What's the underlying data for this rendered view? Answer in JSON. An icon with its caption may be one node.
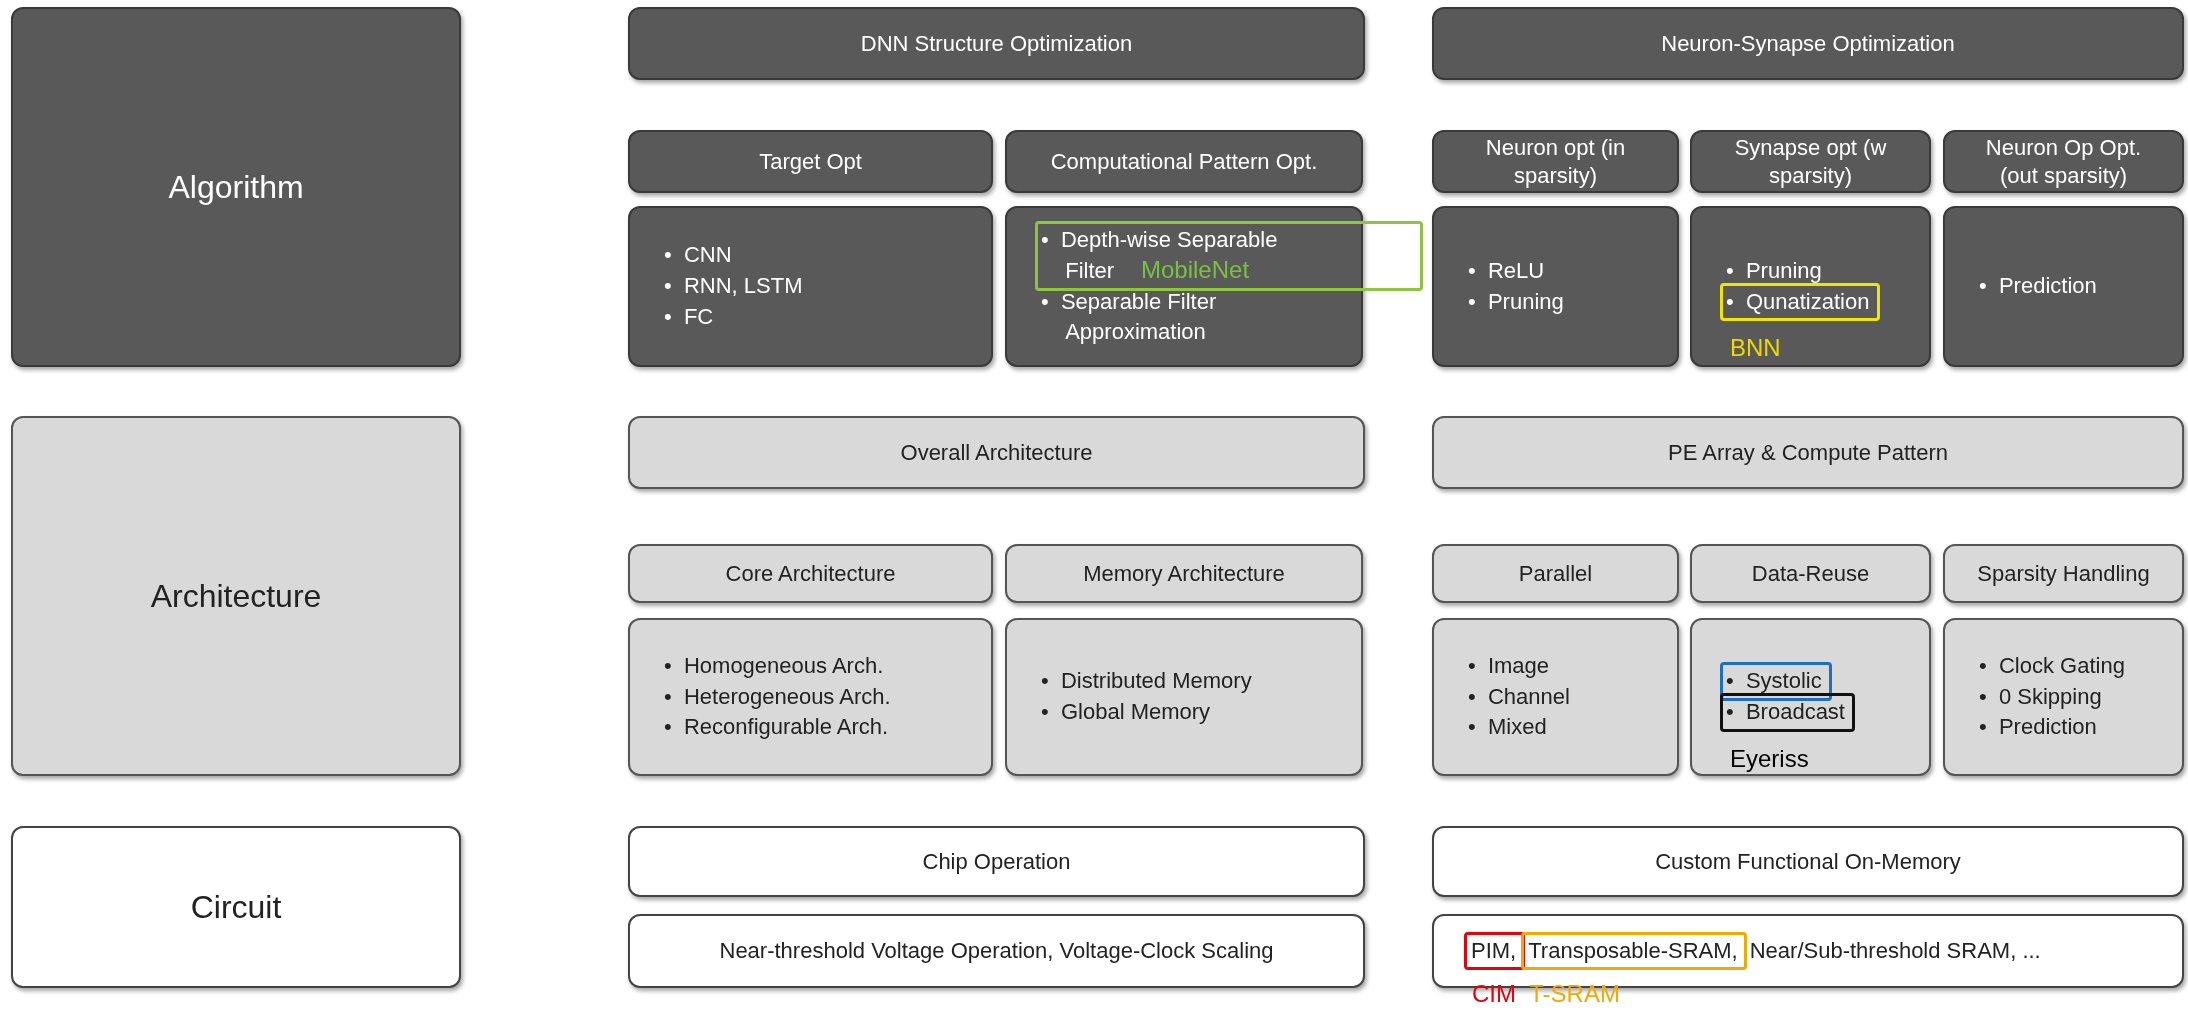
{
  "diagram": {
    "nodes": [
      {
        "text": [
          "Algorithm"
        ]
      },
      {
        "text": [
          "DNN Structure Optimization"
        ]
      },
      {
        "text": [
          "Neuron-Synapse Optimization"
        ]
      },
      {
        "text": [
          "Target Opt"
        ]
      },
      {
        "text": [
          "Computational Pattern Opt."
        ]
      },
      {
        "text": [
          "Neuron opt (in sparsity)"
        ]
      },
      {
        "text": [
          "Synapse opt (w sparsity)"
        ]
      },
      {
        "text": [
          "Neuron Op Opt. (out sparsity)"
        ]
      },
      {
        "text": [
          "• CNN",
          "• RNN, LSTM",
          "• FC"
        ]
      },
      {
        "text": [
          "• Depth-wise Separable Filter",
          "• Separable Filter Approximation"
        ]
      },
      {
        "text": [
          "• ReLU",
          "• Pruning"
        ]
      },
      {
        "text": [
          "• Pruning",
          "• Qunatization"
        ]
      },
      {
        "text": [
          "• Prediction"
        ]
      },
      {
        "text": [
          "Architecture"
        ]
      },
      {
        "text": [
          "Overall Architecture"
        ]
      },
      {
        "text": [
          "PE Array & Compute Pattern"
        ]
      },
      {
        "text": [
          "Core Architecture"
        ]
      },
      {
        "text": [
          "Memory Architecture"
        ]
      },
      {
        "text": [
          "Parallel"
        ]
      },
      {
        "text": [
          "Data-Reuse"
        ]
      },
      {
        "text": [
          "Sparsity Handling"
        ]
      },
      {
        "text": [
          "• Homogeneous Arch.",
          "• Heterogeneous Arch.",
          "• Reconfigurable Arch."
        ]
      },
      {
        "text": [
          "• Distributed Memory",
          "• Global Memory"
        ]
      },
      {
        "text": [
          "• Image",
          "• Channel",
          "• Mixed"
        ]
      },
      {
        "text": [
          "• Systolic",
          "• Broadcast"
        ]
      },
      {
        "text": [
          "• Clock Gating",
          "• 0 Skipping",
          "• Prediction"
        ]
      },
      {
        "text": [
          "Circuit"
        ]
      },
      {
        "text": [
          "Chip Operation"
        ]
      },
      {
        "text": [
          "Custom Functional On-Memory"
        ]
      },
      {
        "text": [
          "Near-threshold Voltage Operation, Voltage-Clock Scaling"
        ]
      },
      {
        "text": [
          "PIM,",
          "Transposable-SRAM,",
          "Near/Sub-threshold SRAM, ..."
        ]
      }
    ],
    "labels": [
      "MobileNet",
      "BNN",
      "Eyeriss",
      "CIM",
      "T-SRAM"
    ]
  }
}
